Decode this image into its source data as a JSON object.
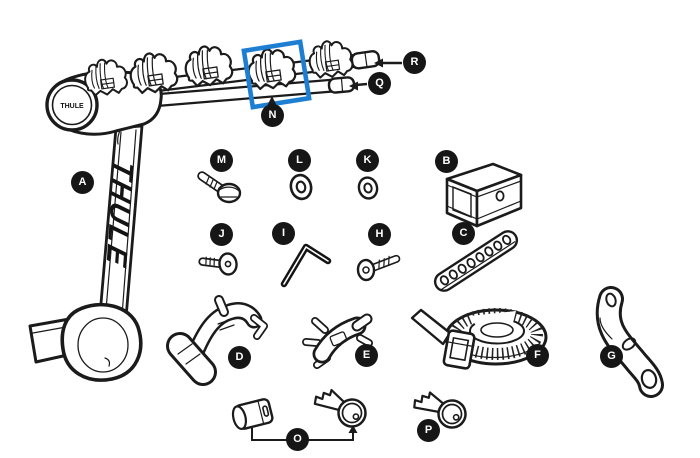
{
  "brand": {
    "name": "THULE"
  },
  "colors": {
    "highlight": "#1e7fd2",
    "line": "#1b1b1b",
    "callout_bg": "#161616",
    "callout_text": "#ffffff"
  },
  "callouts": [
    {
      "letter": "A",
      "part": "carrier-main-frame"
    },
    {
      "letter": "B",
      "part": "hitch-receiver-adapter"
    },
    {
      "letter": "C",
      "part": "perforated-strap"
    },
    {
      "letter": "D",
      "part": "cradle-bracket"
    },
    {
      "letter": "E",
      "part": "clip-bracket"
    },
    {
      "letter": "F",
      "part": "wheel-strap-roll"
    },
    {
      "letter": "G",
      "part": "stabilizer-link"
    },
    {
      "letter": "H",
      "part": "flat-head-bolt"
    },
    {
      "letter": "I",
      "part": "hex-key"
    },
    {
      "letter": "J",
      "part": "button-screw"
    },
    {
      "letter": "K",
      "part": "washer-small"
    },
    {
      "letter": "L",
      "part": "washer"
    },
    {
      "letter": "M",
      "part": "hex-bolt"
    },
    {
      "letter": "N",
      "part": "bike-cradle-highlighted"
    },
    {
      "letter": "O",
      "part": "lock-cylinder-and-key"
    },
    {
      "letter": "P",
      "part": "key"
    },
    {
      "letter": "Q",
      "part": "lower-arm-strap-end"
    },
    {
      "letter": "R",
      "part": "upper-arm-strap-end"
    }
  ]
}
